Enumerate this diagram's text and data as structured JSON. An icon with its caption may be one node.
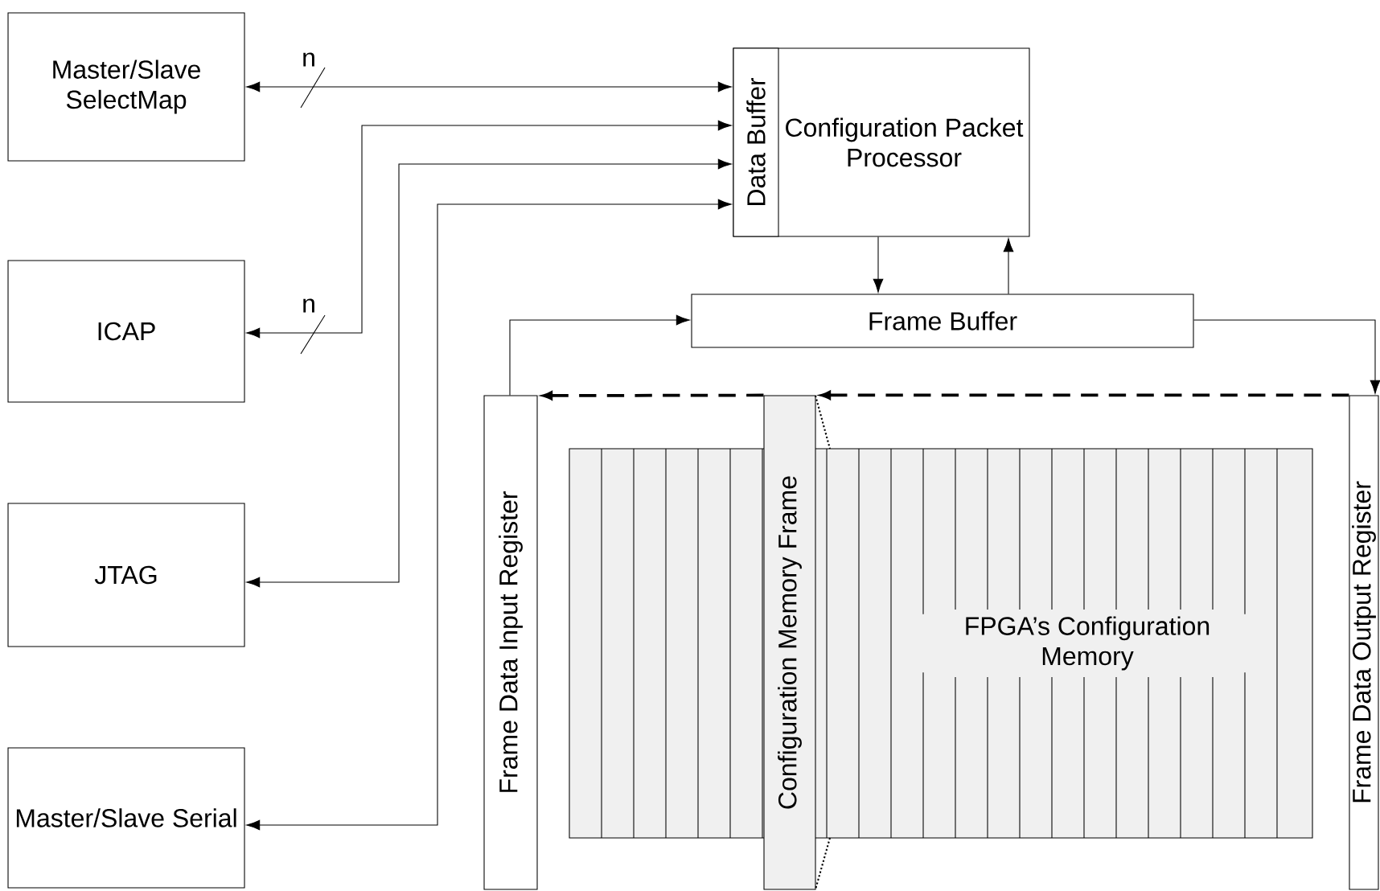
{
  "diagram": {
    "nodes": [
      {
        "text": [
          "Master/Slave SelectMap"
        ]
      },
      {
        "text": [
          "ICAP"
        ]
      },
      {
        "text": [
          "JTAG"
        ]
      },
      {
        "text": [
          "Master/Slave Serial"
        ]
      },
      {
        "text": [
          "Configuration Packet Processor"
        ]
      },
      {
        "text": [
          "Data Buffer"
        ],
        "in": 4
      },
      {
        "text": [
          "Frame Buffer"
        ]
      },
      {
        "text": [
          "Frame Data Input Register"
        ]
      },
      {
        "text": [
          "FPGA’s Configuration Memory"
        ]
      },
      {
        "text": [
          "Configuration Memory Frame"
        ]
      },
      {
        "text": [
          "Frame Data Output Register"
        ]
      }
    ],
    "edges": [
      {
        "from": 0,
        "to": 5,
        "arrow": "both",
        "label": "n"
      },
      {
        "from": 1,
        "to": 5,
        "arrow": "both",
        "label": "n"
      },
      {
        "from": 2,
        "to": 5,
        "arrow": "both"
      },
      {
        "from": 3,
        "to": 5,
        "arrow": "both"
      },
      {
        "from": 4,
        "to": 6,
        "arrow": "to"
      },
      {
        "from": 6,
        "to": 4,
        "arrow": "to"
      },
      {
        "from": 7,
        "to": 6,
        "arrow": "to"
      },
      {
        "from": 6,
        "to": 10,
        "arrow": "to"
      },
      {
        "from": 10,
        "to": 9,
        "arrow": "to",
        "style": "dashed"
      },
      {
        "from": 9,
        "to": 7,
        "arrow": "to",
        "style": "dashed"
      }
    ]
  }
}
